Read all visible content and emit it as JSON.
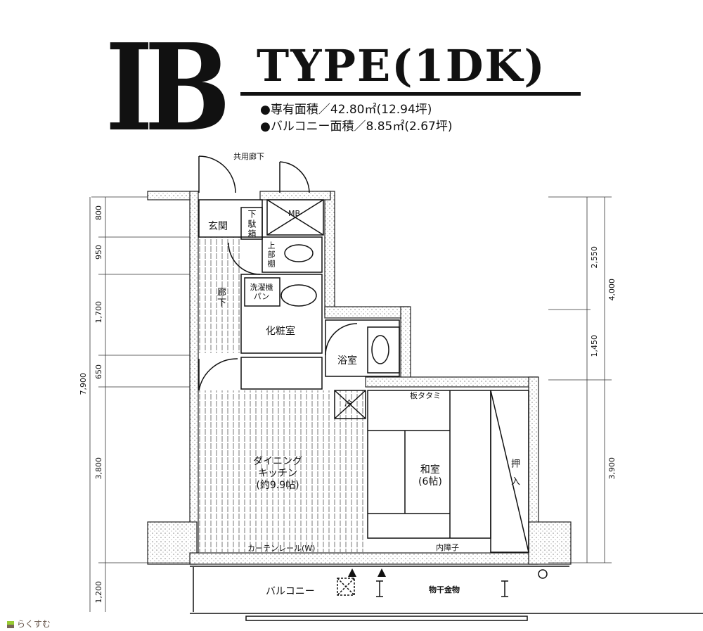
{
  "header": {
    "type_letter": "IB",
    "type_name": "TYPE(1DK)",
    "specs": [
      "●専有面積／42.80㎡(12.94坪)",
      "●バルコニー面積／8.85㎡(2.67坪)"
    ]
  },
  "rooms": {
    "common_corridor": "共用廊下",
    "entrance": "玄関",
    "shoe_box": "下駄箱",
    "upper_shelf": "上部棚",
    "mb": "MB",
    "corridor": "廊下",
    "washer_pan": "洗濯機パン",
    "dressing_room": "化粧室",
    "bathroom": "浴室",
    "dining_kitchen": [
      "ダイニング",
      "キッチン",
      "(約9.9帖)"
    ],
    "washitsu": [
      "和室",
      "(6帖)"
    ],
    "closet": "押入",
    "board_tatami": "板タタミ",
    "curtain_rail": "カーテンレール(W)",
    "inner_screen": "内障子",
    "balcony": "バルコニー",
    "laundry_hanger": "物干金物",
    "fridge": "冷"
  },
  "dimensions": {
    "left": [
      "800",
      "950",
      "1,700",
      "650",
      "3,800",
      "1,200"
    ],
    "left_total": "7,900",
    "right": [
      "2,550",
      "1,450",
      "3,900"
    ],
    "right_total": "4,000"
  },
  "watermark": "らくすむ"
}
